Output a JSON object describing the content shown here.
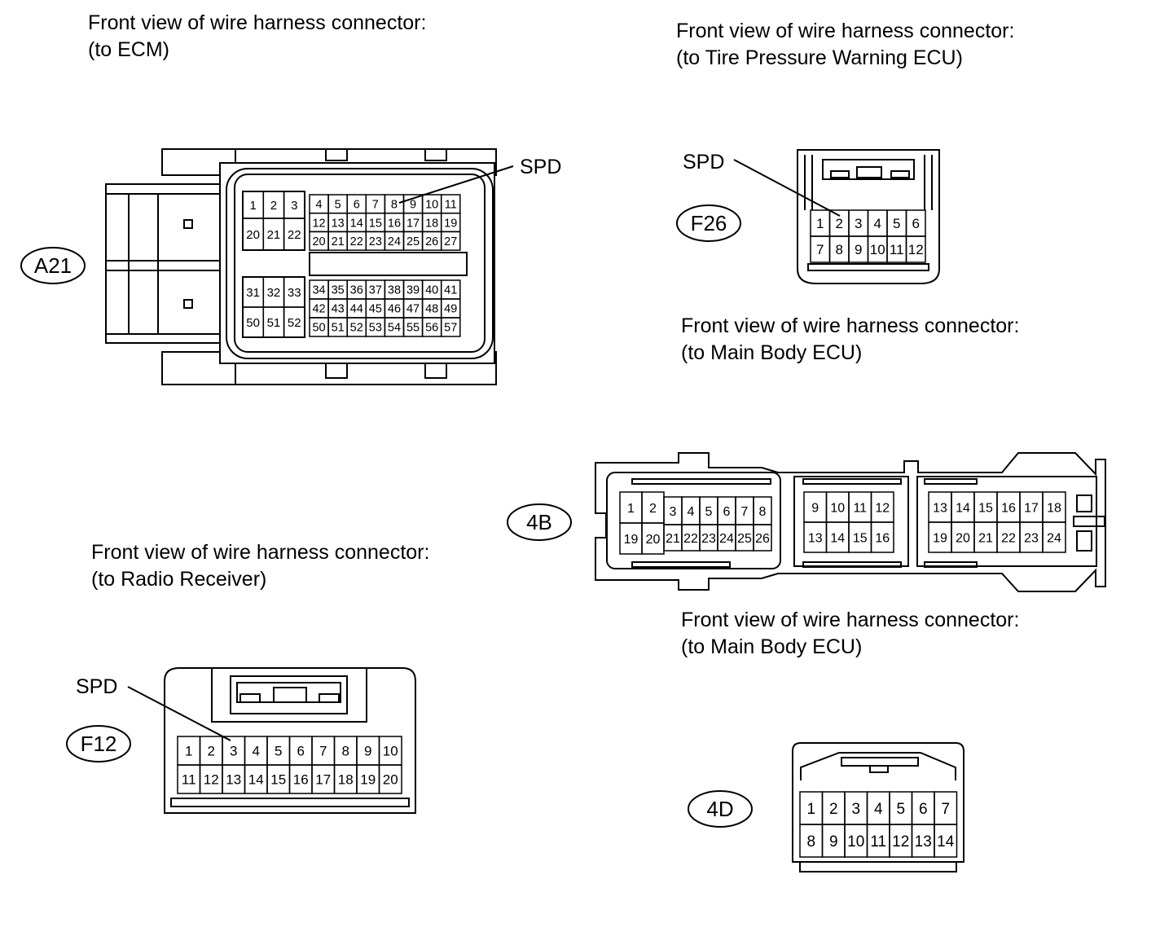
{
  "captions": {
    "ecm": {
      "line1": "Front view of wire harness connector:",
      "line2": "(to ECM)"
    },
    "tpw": {
      "line1": "Front view of wire harness connector:",
      "line2": "(to Tire Pressure Warning ECU)"
    },
    "mainbody1": {
      "line1": "Front view of wire harness connector:",
      "line2": "(to Main Body ECU)"
    },
    "radio": {
      "line1": "Front view of wire harness connector:",
      "line2": "(to Radio Receiver)"
    },
    "mainbody2": {
      "line1": "Front view of wire harness connector:",
      "line2": "(to Main Body ECU)"
    }
  },
  "connectors": {
    "a21": {
      "tag": "A21",
      "callout": "SPD",
      "callout_pin": "8"
    },
    "f26": {
      "tag": "F26",
      "callout": "SPD",
      "callout_pin": "2"
    },
    "b4": {
      "tag": "4B"
    },
    "f12": {
      "tag": "F12",
      "callout": "SPD",
      "callout_pin": "3"
    },
    "d4": {
      "tag": "4D"
    }
  },
  "colors": {
    "line": "#000000",
    "background": "#ffffff"
  }
}
